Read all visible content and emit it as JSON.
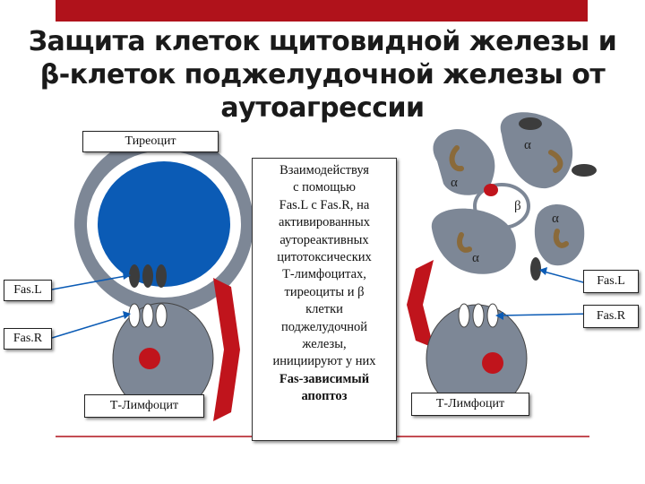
{
  "title": {
    "line1": "Защита клеток щитовидной железы и",
    "line2": "β-клеток поджелудочной железы от",
    "line3": "аутоагрессии"
  },
  "labels": {
    "thyrocyte": "Тиреоцит",
    "fasl_left": "Fas.L",
    "fasr_left": "Fas.R",
    "tlymph_left": "Т-Лимфоцит",
    "fasl_right": "Fas.L",
    "fasr_right": "Fas.R",
    "tlymph_right": "Т-Лимфоцит"
  },
  "center_text": {
    "lines": [
      "Взаимодействуя",
      "с помощью",
      "Fas.L с Fas.R, на",
      "активированных",
      "аутореактивных",
      "цитотоксических",
      "Т-лимфоцитах,",
      "тиреоциты и β",
      "клетки",
      "поджелудочной",
      "железы,",
      "инициируют у них"
    ],
    "bold_lines": [
      "Fas-зависимый",
      "апоптоз"
    ]
  },
  "greek": {
    "alpha1": "α",
    "alpha2": "α",
    "alpha3": "α",
    "alpha4": "α",
    "beta": "β"
  },
  "colors": {
    "accent_red": "#b0121b",
    "cell_blue": "#0b5bb5",
    "cell_gray": "#7d8796",
    "nucleus_red": "#c0141c",
    "granule_brown": "#8a6a3a"
  }
}
